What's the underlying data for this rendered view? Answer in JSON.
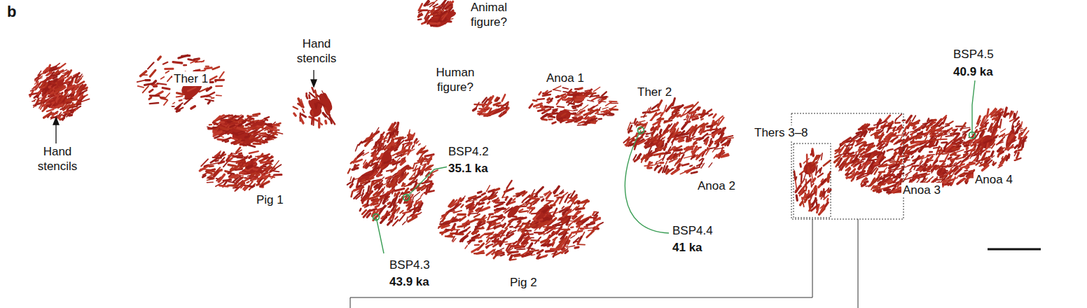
{
  "diagram": {
    "labels": [
      "b",
      "Animal figure?",
      "Hand stencils",
      "Ther 1",
      "Hand stencils",
      "Human figure?",
      "Anoa 1",
      "Ther 2",
      "BSP4.5",
      "40.9 ka",
      "Thers 3–8",
      "Pig 1",
      "BSP4.2",
      "35.1 ka",
      "Anoa 2",
      "Anoa 3",
      "Anoa 4",
      "BSP4.4",
      "41 ka",
      "BSP4.3",
      "43.9 ka",
      "Pig 2"
    ]
  }
}
